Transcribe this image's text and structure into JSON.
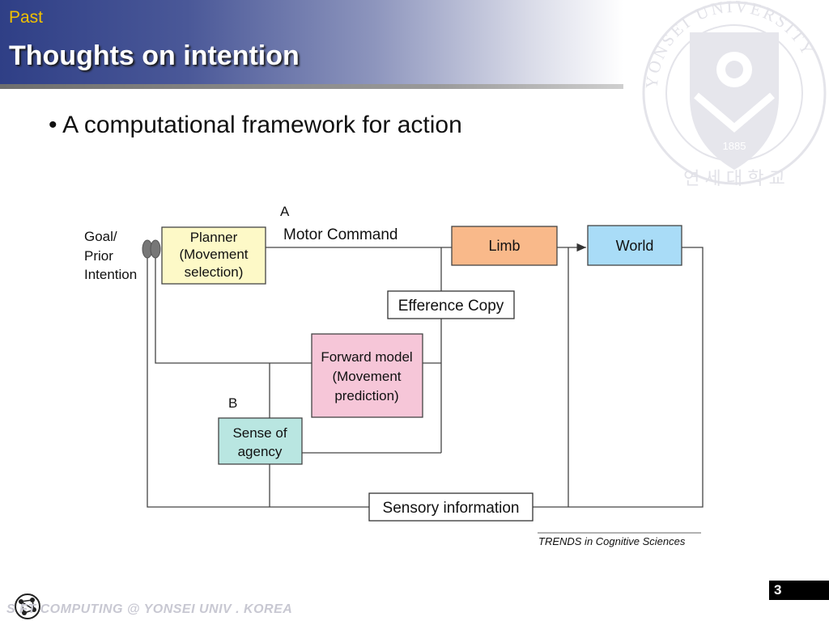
{
  "header": {
    "section": "Past",
    "title": "Thoughts on intention"
  },
  "bullet": "• A computational framework for action",
  "seal": {
    "top_text": "YONSEI UNIVERSITY",
    "year": "1885",
    "bottom_text": "연 세 대 학 교"
  },
  "diagram": {
    "label_a": "A",
    "label_b": "B",
    "goal_lines": [
      "Goal/",
      "Prior",
      "Intention"
    ],
    "motor_command": "Motor Command",
    "planner_lines": [
      "Planner",
      "(Movement",
      "selection)"
    ],
    "limb": "Limb",
    "world": "World",
    "efference_copy": "Efference Copy",
    "forward_model_lines": [
      "Forward model",
      "(Movement",
      "prediction)"
    ],
    "sense_lines": [
      "Sense of",
      "agency"
    ],
    "sensory_information": "Sensory information",
    "source": "TRENDS in Cognitive Sciences",
    "colors": {
      "planner": "#fdf9c7",
      "limb": "#f9b98a",
      "world": "#a9dcf7",
      "forward_model": "#f6c6d8",
      "sense_of_agency": "#b9e6e1"
    }
  },
  "footer": {
    "text": "S    FT COMPUTING @ YONSEI UNIV . KOREA",
    "page_number": "3"
  }
}
